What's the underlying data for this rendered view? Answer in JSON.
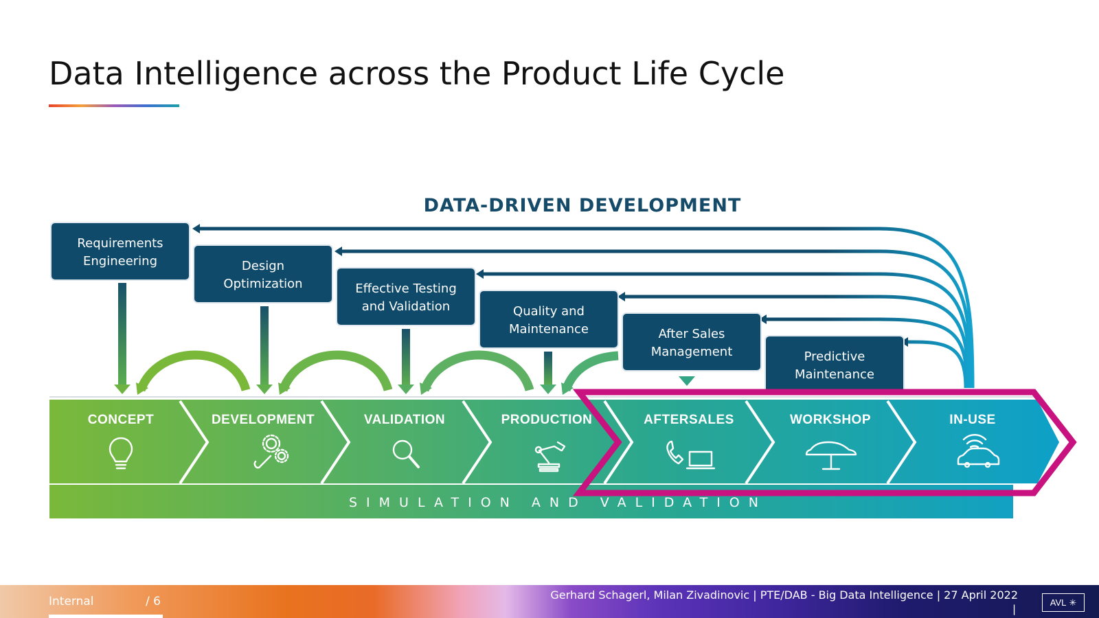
{
  "slide": {
    "title": "Data Intelligence across the Product Life Cycle"
  },
  "diagram": {
    "heading": "DATA-DRIVEN DEVELOPMENT",
    "boxes": [
      {
        "line1": "Requirements",
        "line2": "Engineering"
      },
      {
        "line1": "Design",
        "line2": "Optimization"
      },
      {
        "line1": "Effective Testing",
        "line2": "and Validation"
      },
      {
        "line1": "Quality and",
        "line2": "Maintenance"
      },
      {
        "line1": "After Sales",
        "line2": "Management"
      },
      {
        "line1": "Predictive",
        "line2": "Maintenance"
      }
    ],
    "stages": [
      {
        "label": "CONCEPT",
        "icon": "lightbulb-icon"
      },
      {
        "label": "DEVELOPMENT",
        "icon": "gears-wrench-icon"
      },
      {
        "label": "VALIDATION",
        "icon": "magnifier-icon"
      },
      {
        "label": "PRODUCTION",
        "icon": "robot-arm-icon"
      },
      {
        "label": "AFTERSALES",
        "icon": "phone-laptop-icon"
      },
      {
        "label": "WORKSHOP",
        "icon": "car-lift-icon"
      },
      {
        "label": "IN-USE",
        "icon": "connected-car-icon"
      }
    ],
    "bottom_band": "SIMULATION AND VALIDATION",
    "colors": {
      "box_fill": "#0f4a6b",
      "heading": "#154a68",
      "highlight": "#c8127f",
      "gradient_start": "#7ab83a",
      "gradient_end": "#0ea0c8"
    }
  },
  "footer": {
    "classification": "Internal",
    "page": "/ 6",
    "credit": "Gerhard Schagerl, Milan Zivadinovic | PTE/DAB - Big Data Intelligence | 27 April 2022",
    "pipe": "|",
    "logo_text": "AVL"
  }
}
